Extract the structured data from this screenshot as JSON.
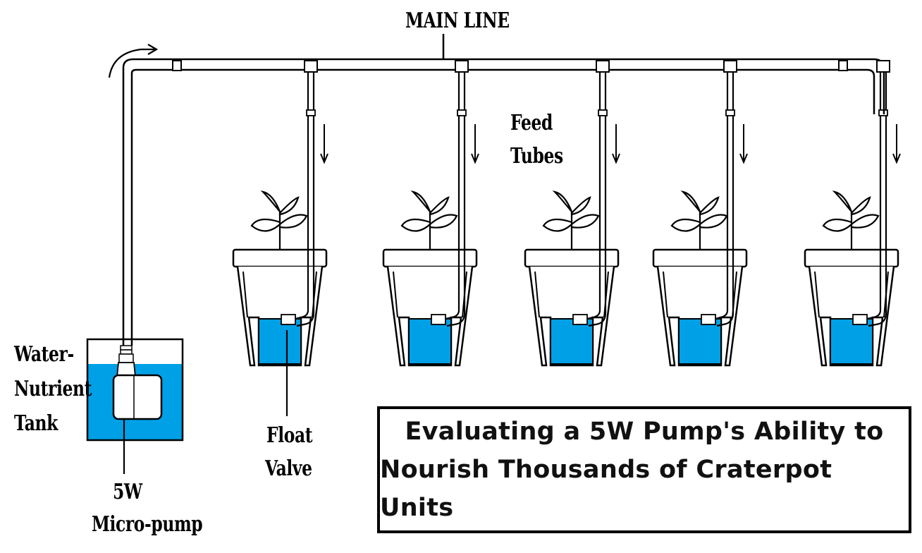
{
  "labels": {
    "main_line": "MAIN LINE",
    "feed_tubes_line1": "Feed",
    "feed_tubes_line2": "Tubes",
    "tank_line1": "Water-",
    "tank_line2": "Nutrient",
    "tank_line3": "Tank",
    "pump_line1": "5W",
    "pump_line2": "Micro-pump",
    "float_line1": "Float",
    "float_line2": "Valve"
  },
  "title": {
    "line1": "Evaluating a 5W Pump's Ability to",
    "line2": "Nourish Thousands of Craterpot Units"
  },
  "colors": {
    "water": "#00a0e6",
    "outline": "#000000",
    "background": "#ffffff"
  },
  "pot_count": 5
}
